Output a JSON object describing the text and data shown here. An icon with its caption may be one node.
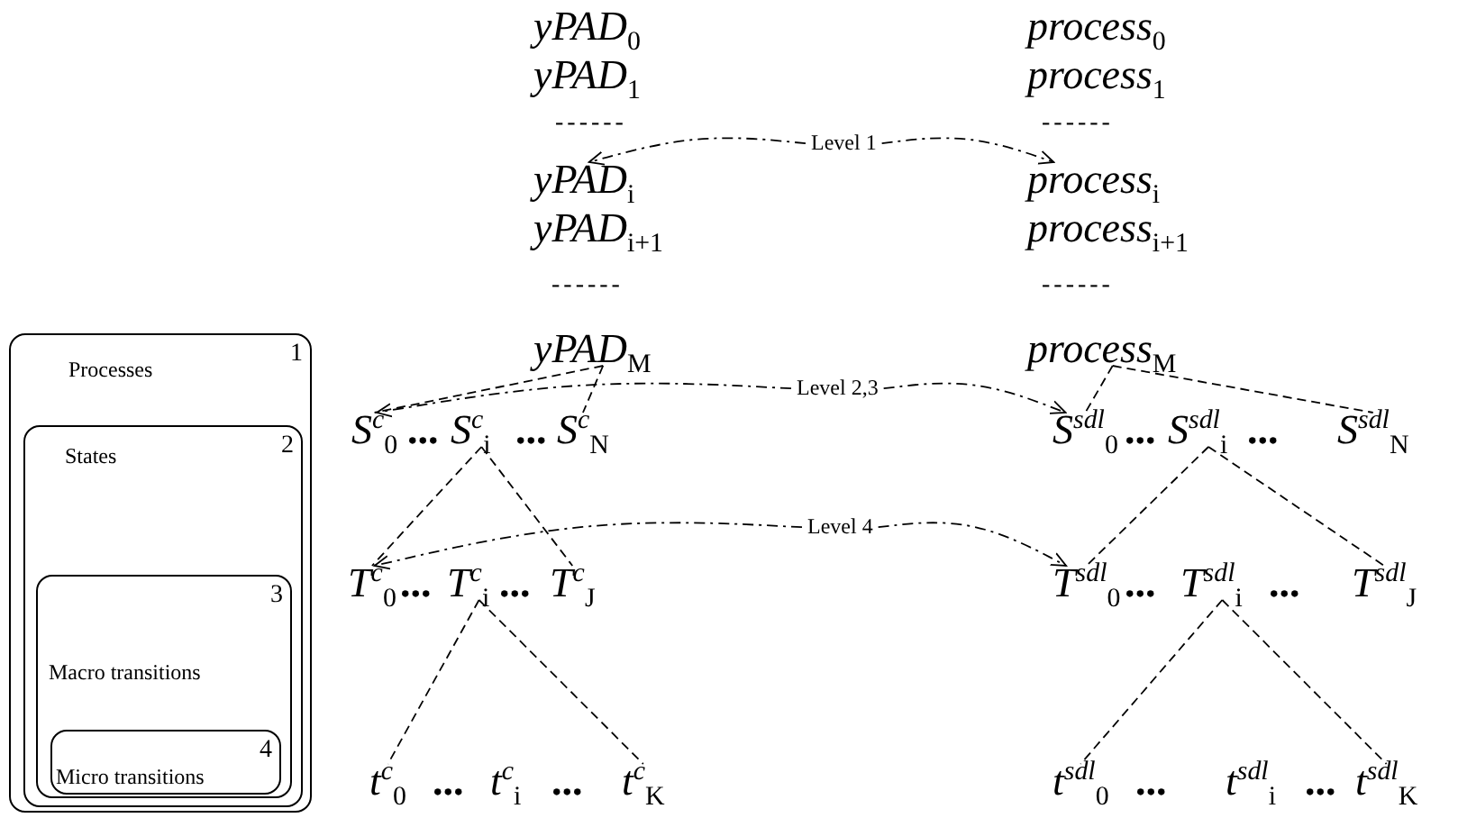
{
  "diagram": {
    "nodes": [
      {
        "text": [
          "Processes",
          "1"
        ]
      },
      {
        "text": [
          "States",
          "2"
        ],
        "in": 0
      },
      {
        "text": [
          "Macro transitions",
          "3"
        ],
        "in": 1
      },
      {
        "text": [
          "Micro transitions",
          "4"
        ],
        "in": 2
      },
      {
        "text": [
          "yPAD$_{i}$"
        ]
      },
      {
        "text": [
          "Level 1"
        ]
      },
      {
        "text": [
          "process$_{i}$"
        ]
      },
      {
        "text": [
          "yPAD$_{M}$"
        ]
      },
      {
        "text": [
          "process$_{M}$"
        ]
      },
      {
        "text": [
          "Level 2,3"
        ]
      },
      {
        "text": [
          "S$^{c}$$_{0}$"
        ]
      },
      {
        "text": [
          "S$^{c}$$_{i}$"
        ]
      },
      {
        "text": [
          "S$^{c}$$_{N}$"
        ]
      },
      {
        "text": [
          "S$^{sdl}$$_{0}$"
        ]
      },
      {
        "text": [
          "S$^{sdl}$$_{i}$"
        ]
      },
      {
        "text": [
          "S$^{sdl}$$_{N}$"
        ]
      },
      {
        "text": [
          "Level 4"
        ]
      },
      {
        "text": [
          "T$^{c}$$_{0}$"
        ]
      },
      {
        "text": [
          "T$^{c}$$_{i}$"
        ]
      },
      {
        "text": [
          "T$^{c}$$_{J}$"
        ]
      },
      {
        "text": [
          "T$^{sdl}$$_{0}$"
        ]
      },
      {
        "text": [
          "T$^{sdl}$$_{i}$"
        ]
      },
      {
        "text": [
          "T$^{sdl}$$_{J}$"
        ]
      },
      {
        "text": [
          "t$^{c}$$_{0}$"
        ]
      },
      {
        "text": [
          "t$^{c}$$_{i}$"
        ]
      },
      {
        "text": [
          "t$^{c}$$_{K}$"
        ]
      },
      {
        "text": [
          "t$^{sdl}$$_{0}$"
        ]
      },
      {
        "text": [
          "t$^{sdl}$$_{i}$"
        ]
      },
      {
        "text": [
          "t$^{sdl}$$_{K}$"
        ]
      }
    ],
    "edges": [
      {
        "from": 5,
        "to": 4,
        "arrow": "to",
        "style": "dashed"
      },
      {
        "from": 5,
        "to": 6,
        "arrow": "to",
        "style": "dashed"
      },
      {
        "from": 7,
        "to": 10,
        "arrow": "none",
        "style": "dashed"
      },
      {
        "from": 7,
        "to": 12,
        "arrow": "none",
        "style": "dashed"
      },
      {
        "from": 8,
        "to": 13,
        "arrow": "none",
        "style": "dashed"
      },
      {
        "from": 8,
        "to": 15,
        "arrow": "none",
        "style": "dashed"
      },
      {
        "from": 9,
        "to": 10,
        "arrow": "to",
        "style": "dashed"
      },
      {
        "from": 9,
        "to": 13,
        "arrow": "to",
        "style": "dashed"
      },
      {
        "from": 11,
        "to": 17,
        "arrow": "none",
        "style": "dashed"
      },
      {
        "from": 11,
        "to": 19,
        "arrow": "none",
        "style": "dashed"
      },
      {
        "from": 14,
        "to": 20,
        "arrow": "none",
        "style": "dashed"
      },
      {
        "from": 14,
        "to": 22,
        "arrow": "none",
        "style": "dashed"
      },
      {
        "from": 16,
        "to": 17,
        "arrow": "to",
        "style": "dashed"
      },
      {
        "from": 16,
        "to": 20,
        "arrow": "to",
        "style": "dashed"
      },
      {
        "from": 18,
        "to": 23,
        "arrow": "none",
        "style": "dashed"
      },
      {
        "from": 18,
        "to": 25,
        "arrow": "none",
        "style": "dashed"
      },
      {
        "from": 21,
        "to": 26,
        "arrow": "none",
        "style": "dashed"
      },
      {
        "from": 21,
        "to": 28,
        "arrow": "none",
        "style": "dashed"
      }
    ],
    "labels": [
      "yPAD$_{0}$",
      "process$_{0}$",
      "yPAD$_{1}$",
      "process$_{1}$",
      "------",
      "------",
      "yPAD$_{i+1}$",
      "process$_{i+1}$",
      "------",
      "------",
      "...",
      "...",
      "...",
      "...",
      "...",
      "...",
      "...",
      "...",
      "...",
      "...",
      "...",
      "..."
    ]
  }
}
